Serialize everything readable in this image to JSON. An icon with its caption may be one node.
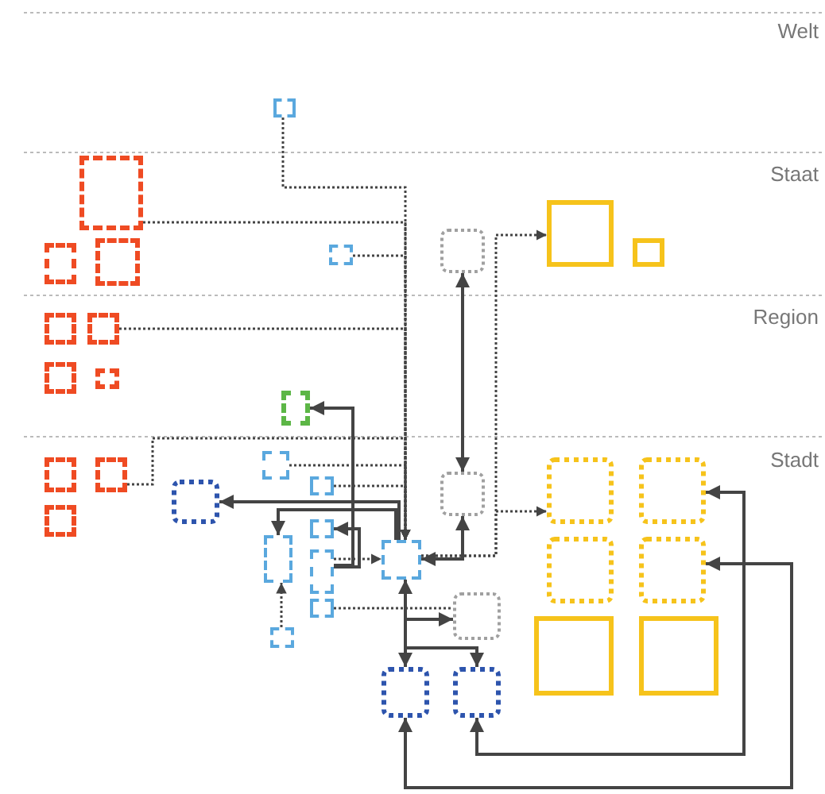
{
  "diagram": {
    "nodes": [
      {
        "text": [],
        "shape": "box"
      },
      {
        "text": [],
        "shape": "box"
      },
      {
        "text": [],
        "shape": "box"
      },
      {
        "text": [],
        "shape": "box"
      },
      {
        "text": [],
        "shape": "box"
      },
      {
        "text": [],
        "shape": "box"
      },
      {
        "text": [],
        "shape": "box"
      },
      {
        "text": [],
        "shape": "box"
      },
      {
        "text": [],
        "shape": "box"
      },
      {
        "text": [],
        "shape": "box"
      },
      {
        "text": [],
        "shape": "box"
      },
      {
        "text": [],
        "shape": "box"
      },
      {
        "text": [],
        "shape": "box"
      },
      {
        "text": [],
        "shape": "box"
      },
      {
        "text": [],
        "shape": "box"
      },
      {
        "text": [],
        "shape": "box"
      },
      {
        "text": [],
        "shape": "box"
      },
      {
        "text": [],
        "shape": "box"
      },
      {
        "text": [],
        "shape": "box"
      },
      {
        "text": [],
        "shape": "box"
      },
      {
        "text": [],
        "shape": "box"
      },
      {
        "text": [],
        "shape": "box"
      },
      {
        "text": [],
        "shape": "box"
      },
      {
        "text": [],
        "shape": "box"
      },
      {
        "text": [],
        "shape": "box"
      },
      {
        "text": [],
        "shape": "box"
      },
      {
        "text": [],
        "shape": "box"
      },
      {
        "text": [],
        "shape": "box"
      },
      {
        "text": [],
        "shape": "box"
      },
      {
        "text": [],
        "shape": "box"
      },
      {
        "text": [],
        "shape": "box"
      },
      {
        "text": [],
        "shape": "box"
      },
      {
        "text": [],
        "shape": "box"
      },
      {
        "text": [],
        "shape": "box"
      },
      {
        "text": [],
        "shape": "box"
      }
    ],
    "edges": [
      {
        "from": 0,
        "to": 24,
        "arrow": "to",
        "style": "dashed"
      },
      {
        "from": 1,
        "to": 24,
        "arrow": "to",
        "style": "dashed"
      },
      {
        "from": 4,
        "to": 24,
        "arrow": "to",
        "style": "dashed"
      },
      {
        "from": 5,
        "to": 25,
        "arrow": "both"
      },
      {
        "from": 24,
        "to": 6,
        "arrow": "to",
        "style": "dashed"
      },
      {
        "from": 25,
        "to": 24,
        "arrow": "both"
      },
      {
        "from": 24,
        "to": 29,
        "arrow": "to",
        "style": "dashed"
      },
      {
        "from": 9,
        "to": 24,
        "arrow": "to",
        "style": "dashed"
      },
      {
        "from": 14,
        "to": 24,
        "arrow": "to",
        "style": "dashed"
      },
      {
        "from": 16,
        "to": 24,
        "arrow": "to",
        "style": "dashed"
      },
      {
        "from": 17,
        "to": 24,
        "arrow": "to",
        "style": "dashed"
      },
      {
        "from": 24,
        "to": 18,
        "arrow": "to"
      },
      {
        "from": 24,
        "to": 19,
        "arrow": "to"
      },
      {
        "from": 21,
        "to": 24,
        "arrow": "to",
        "style": "dashed"
      },
      {
        "from": 21,
        "to": 12,
        "arrow": "to"
      },
      {
        "from": 21,
        "to": 20,
        "arrow": "to"
      },
      {
        "from": 22,
        "to": 26,
        "arrow": "none",
        "style": "dashed"
      },
      {
        "from": 23,
        "to": 19,
        "arrow": "to",
        "style": "dashed"
      },
      {
        "from": 24,
        "to": 26,
        "arrow": "to"
      },
      {
        "from": 24,
        "to": 27,
        "arrow": "both"
      },
      {
        "from": 24,
        "to": 28,
        "arrow": "to"
      },
      {
        "from": 28,
        "to": 30,
        "arrow": "both"
      },
      {
        "from": 27,
        "to": 32,
        "arrow": "both"
      }
    ],
    "labels": [
      "Welt",
      "Staat",
      "Region",
      "Stadt"
    ]
  }
}
